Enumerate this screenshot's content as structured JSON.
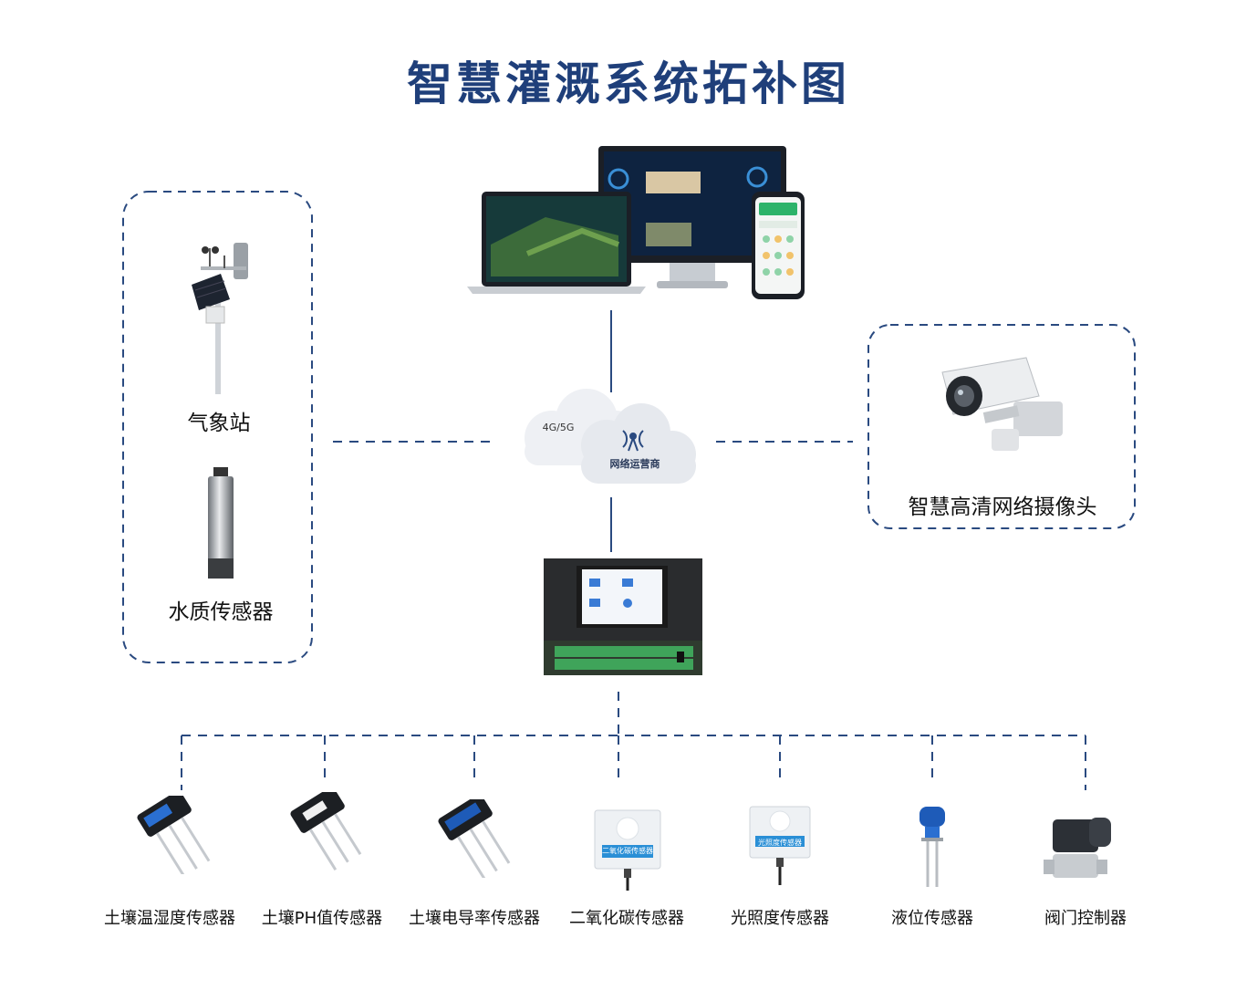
{
  "title": "智慧灌溉系统拓补图",
  "left_group": {
    "weather_station_label": "气象站",
    "water_quality_label": "水质传感器"
  },
  "right_group": {
    "camera_label": "智慧高清网络摄像头"
  },
  "network": {
    "cloud_small_label": "4G/5G",
    "cloud_main_label": "网络运营商"
  },
  "sensors": [
    {
      "label": "土壤温湿度传感器"
    },
    {
      "label": "土壤PH值传感器"
    },
    {
      "label": "土壤电导率传感器"
    },
    {
      "label": "二氧化碳传感器",
      "device_text": "二氧化碳传感器"
    },
    {
      "label": "光照度传感器",
      "device_text": "光照度传感器"
    },
    {
      "label": "液位传感器"
    },
    {
      "label": "阀门控制器"
    }
  ],
  "colors": {
    "title": "#1f3f7a",
    "dashed_line": "#2a4a80",
    "connector": "#2a4a80"
  }
}
